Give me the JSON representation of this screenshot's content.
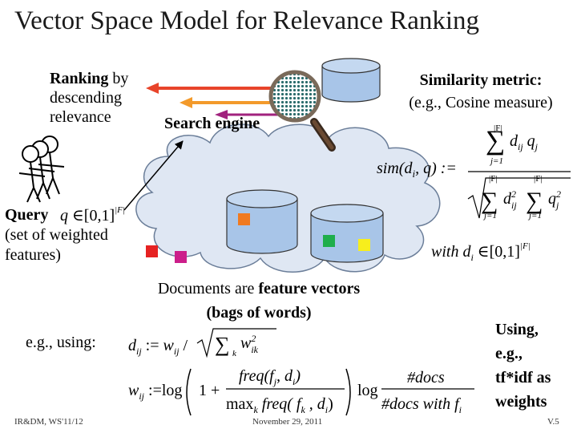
{
  "title": "Vector Space Model for Relevance Ranking",
  "ranking": {
    "bold": "Ranking",
    "rest_line1": " by",
    "line2": "descending",
    "line3": "relevance"
  },
  "search_engine_label": "Search engine",
  "similarity": {
    "line1": "Similarity metric:",
    "line2": "(e.g., Cosine measure)"
  },
  "query": {
    "bold": "Query",
    "line2": "(set of weighted",
    "line3": "features)"
  },
  "documents": {
    "prefix": "Documents are ",
    "bold": "feature vectors",
    "line2": "(bags of words)"
  },
  "using_label": "e.g., using:",
  "using_weights": {
    "line1": "Using,",
    "line2": "e.g.,",
    "line3": "tf*idf as",
    "line4": "weights"
  },
  "formula": {
    "sim_lhs": "sim(d",
    "with_text": "with d",
    "docs": "#docs",
    "docs_with": "#docs with f",
    "freq_num": "freq(f",
    "max_k": "max",
    "log": "log"
  },
  "footer": {
    "left": "IR&DM, WS'11/12",
    "center": "November 29, 2011",
    "right": "V.5"
  },
  "colors": {
    "arrow_red": "#e8442a",
    "arrow_orange": "#f39a2b",
    "arrow_purple": "#a1227e",
    "cloud": "#dfe7f3",
    "cylinder": "#a8c5e8",
    "square_orange": "#f07a21",
    "square_red": "#e62222",
    "square_magenta": "#cc1e8a",
    "square_green": "#1fae4b",
    "square_yellow": "#f7ee1c"
  }
}
